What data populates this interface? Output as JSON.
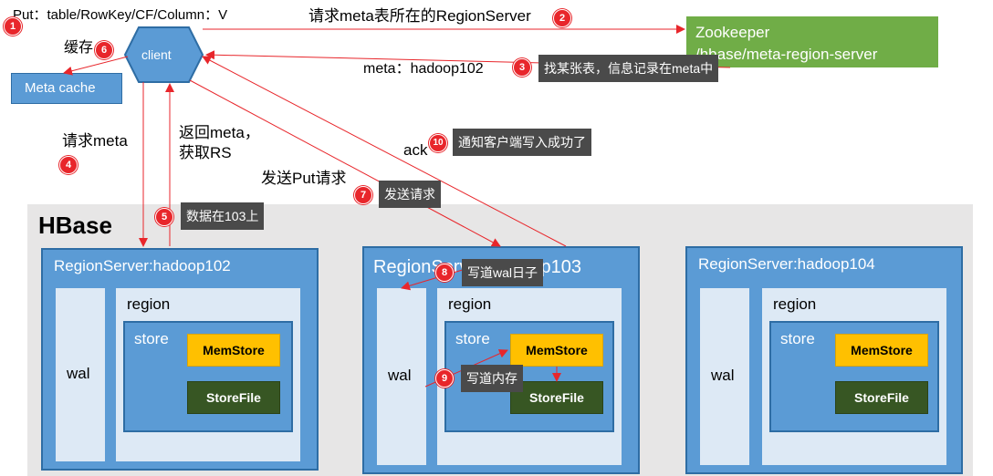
{
  "put_label": "Put：table/RowKey/CF/Column：V",
  "client_label": "client",
  "cache_label": "缓存",
  "meta_cache_label": "Meta cache",
  "zookeeper": {
    "line1": "Zookeeper",
    "line2": "/hbase/meta-region-server"
  },
  "request_region_server_label": "请求meta表所在的RegionServer",
  "meta_response_label": "meta：hadoop102",
  "tip_find_table": "找某张表，信息记录在meta中",
  "request_meta_label": "请求meta",
  "return_meta_line1": "返回meta，",
  "return_meta_line2": "获取RS",
  "tip_data_location": "数据在103上",
  "send_put_label": "发送Put请求",
  "tip_send_request": "发送请求",
  "ack_label": "ack",
  "tip_notify_client": "通知客户端写入成功了",
  "tip_write_wal": "写道wal日子",
  "tip_write_memory": "写道内存",
  "hbase_label": "HBase",
  "badges": [
    "1",
    "2",
    "3",
    "4",
    "5",
    "6",
    "7",
    "8",
    "9",
    "10"
  ],
  "region_servers": [
    {
      "title": "RegionServer:hadoop102",
      "wal": "wal",
      "region": "region",
      "store": "store",
      "memstore": "MemStore",
      "storefile": "StoreFile"
    },
    {
      "title": "RegionServer:hadoop103",
      "wal": "wal",
      "region": "region",
      "store": "store",
      "memstore": "MemStore",
      "storefile": "StoreFile"
    },
    {
      "title": "RegionServer:hadoop104",
      "wal": "wal",
      "region": "region",
      "store": "store",
      "memstore": "MemStore",
      "storefile": "StoreFile"
    }
  ],
  "colors": {
    "arrow": "#e8262b",
    "zookeeper_bg": "#70ad47",
    "server_bg": "#5b9bd5",
    "memstore_bg": "#ffc000",
    "storefile_bg": "#375623",
    "hbase_bg": "#e7e6e6",
    "tip_bg": "#4a4a4a"
  }
}
